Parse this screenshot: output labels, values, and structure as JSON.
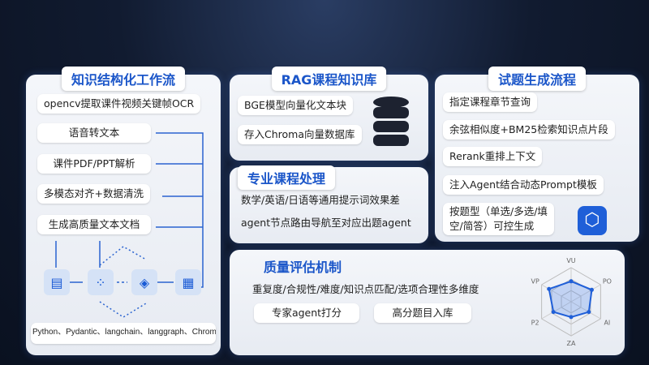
{
  "workflow": {
    "title": "知识结构化工作流",
    "steps": [
      "opencv提取课件视频关键帧OCR",
      "语音转文本",
      "课件PDF/PPT解析",
      "多模态对齐+数据清洗",
      "生成高质量文本文档"
    ],
    "tech": "Python、Pydantic、langchain、langgraph、Chroma"
  },
  "rag": {
    "title": "RAG课程知识库",
    "items": [
      "BGE模型向量化文本块",
      "存入Chroma向量数据库"
    ]
  },
  "course": {
    "title": "专业课程处理",
    "lines": [
      "数学/英语/日语等通用提示词效果差",
      "agent节点路由导航至对应出题agent"
    ]
  },
  "gen": {
    "title": "试题生成流程",
    "steps": [
      "指定课程章节查询",
      "余弦相似度+BM25检索知识点片段",
      "Rerank重排上下文",
      "注入Agent结合动态Prompt模板"
    ],
    "last": [
      "按题型（单选/多选/填",
      "空/简答）可控生成"
    ]
  },
  "quality": {
    "title": "质量评估机制",
    "desc": "重复度/合规性/难度/知识点匹配/选项合理性多维度",
    "buttons": [
      "专家agent打分",
      "高分题目入库"
    ],
    "radar": {
      "axes": [
        "VU",
        "PO",
        "AI",
        "ZA",
        "P2",
        "VP"
      ],
      "values": [
        0.6,
        0.7,
        0.6,
        0.45,
        0.6,
        0.75
      ]
    }
  },
  "colors": {
    "accent": "#1b56c9"
  }
}
